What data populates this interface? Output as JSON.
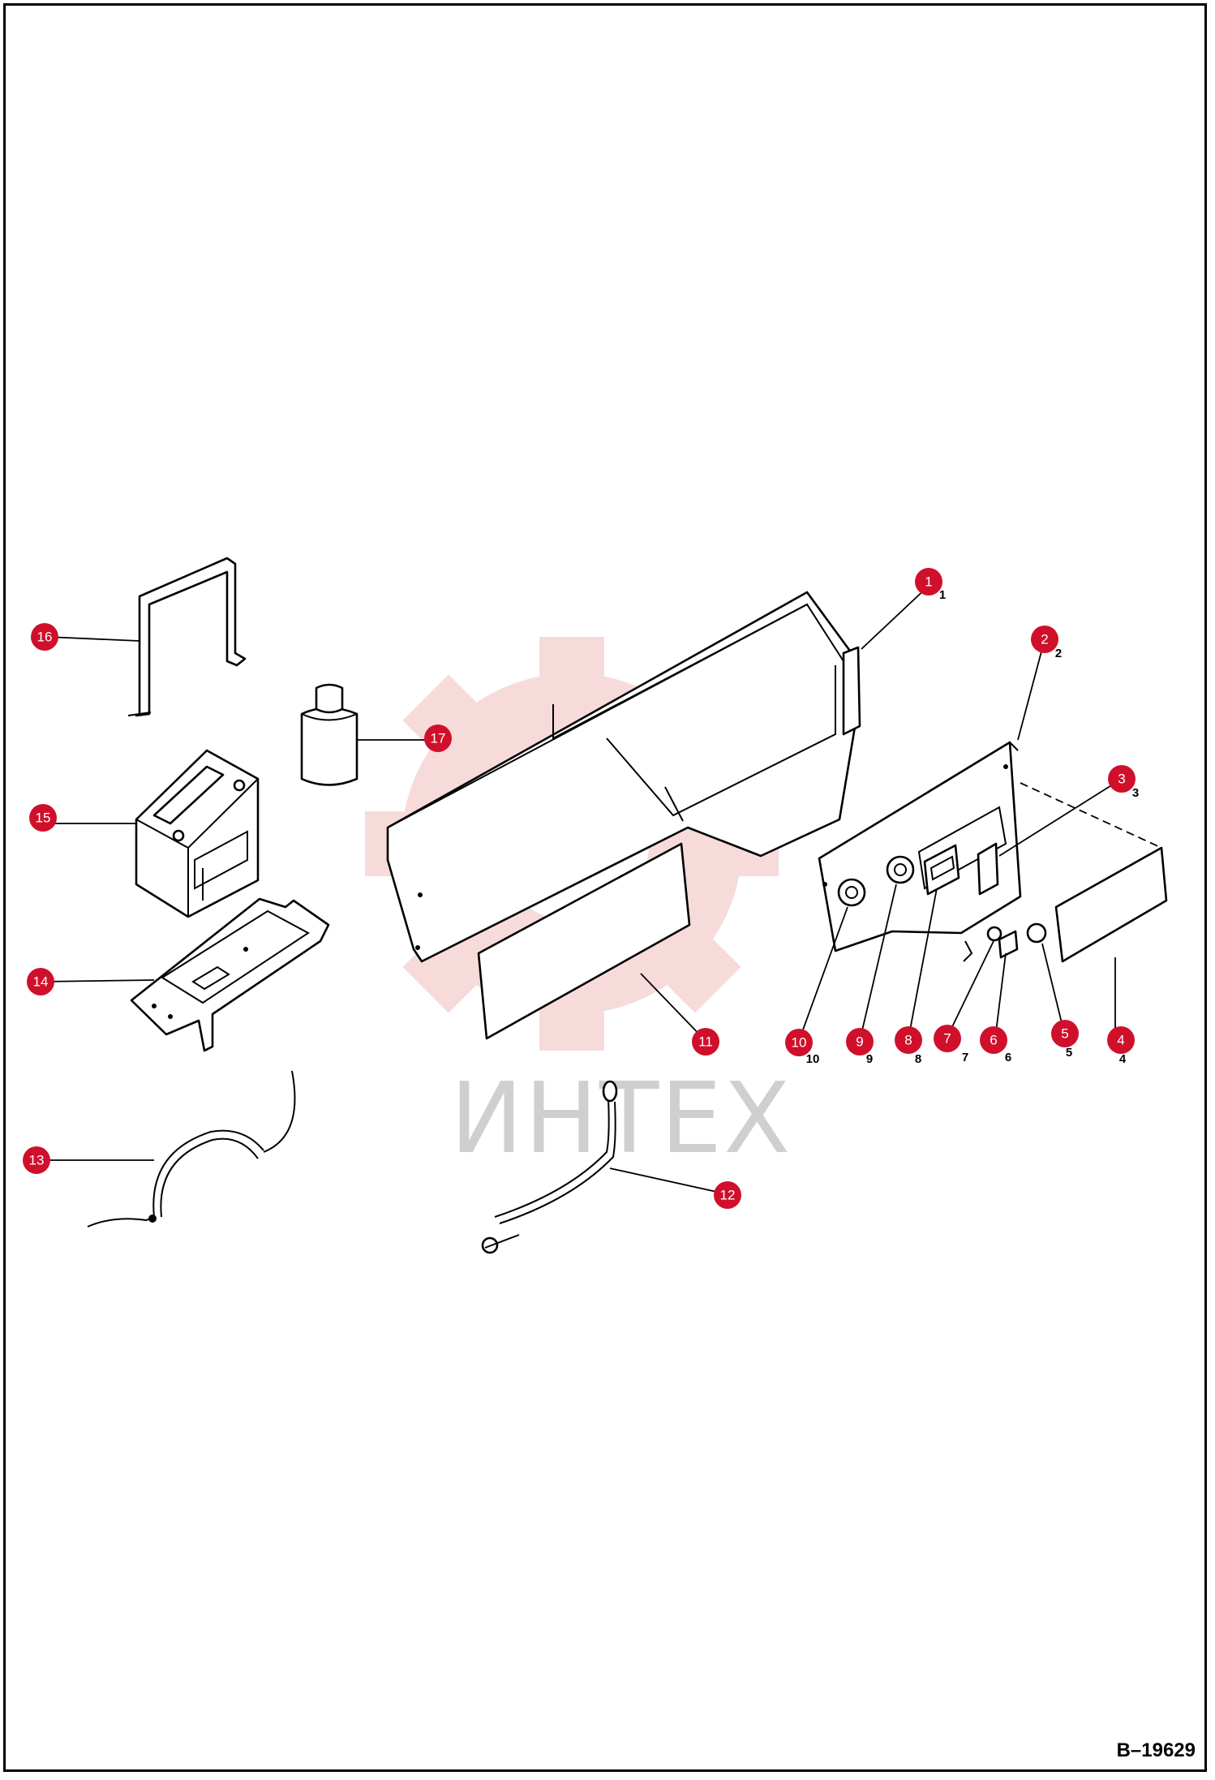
{
  "drawing_id": "B–19629",
  "watermark": {
    "text": "ИНТЕХ",
    "color": "#d9d9d9",
    "gear_color": "#f2c4c4"
  },
  "callout_color": "#d0102b",
  "callouts": [
    {
      "id": "1",
      "label": "1"
    },
    {
      "id": "2",
      "label": "2"
    },
    {
      "id": "3",
      "label": "3"
    },
    {
      "id": "4",
      "label": "4"
    },
    {
      "id": "5",
      "label": "5"
    },
    {
      "id": "6",
      "label": "6"
    },
    {
      "id": "7",
      "label": "7"
    },
    {
      "id": "8",
      "label": "8"
    },
    {
      "id": "9",
      "label": "9"
    },
    {
      "id": "10",
      "label": "10"
    },
    {
      "id": "11",
      "label": "11"
    },
    {
      "id": "12",
      "label": "12"
    },
    {
      "id": "13",
      "label": "13"
    },
    {
      "id": "14",
      "label": "14"
    },
    {
      "id": "15",
      "label": "15"
    },
    {
      "id": "16",
      "label": "16"
    },
    {
      "id": "17",
      "label": "17"
    }
  ]
}
